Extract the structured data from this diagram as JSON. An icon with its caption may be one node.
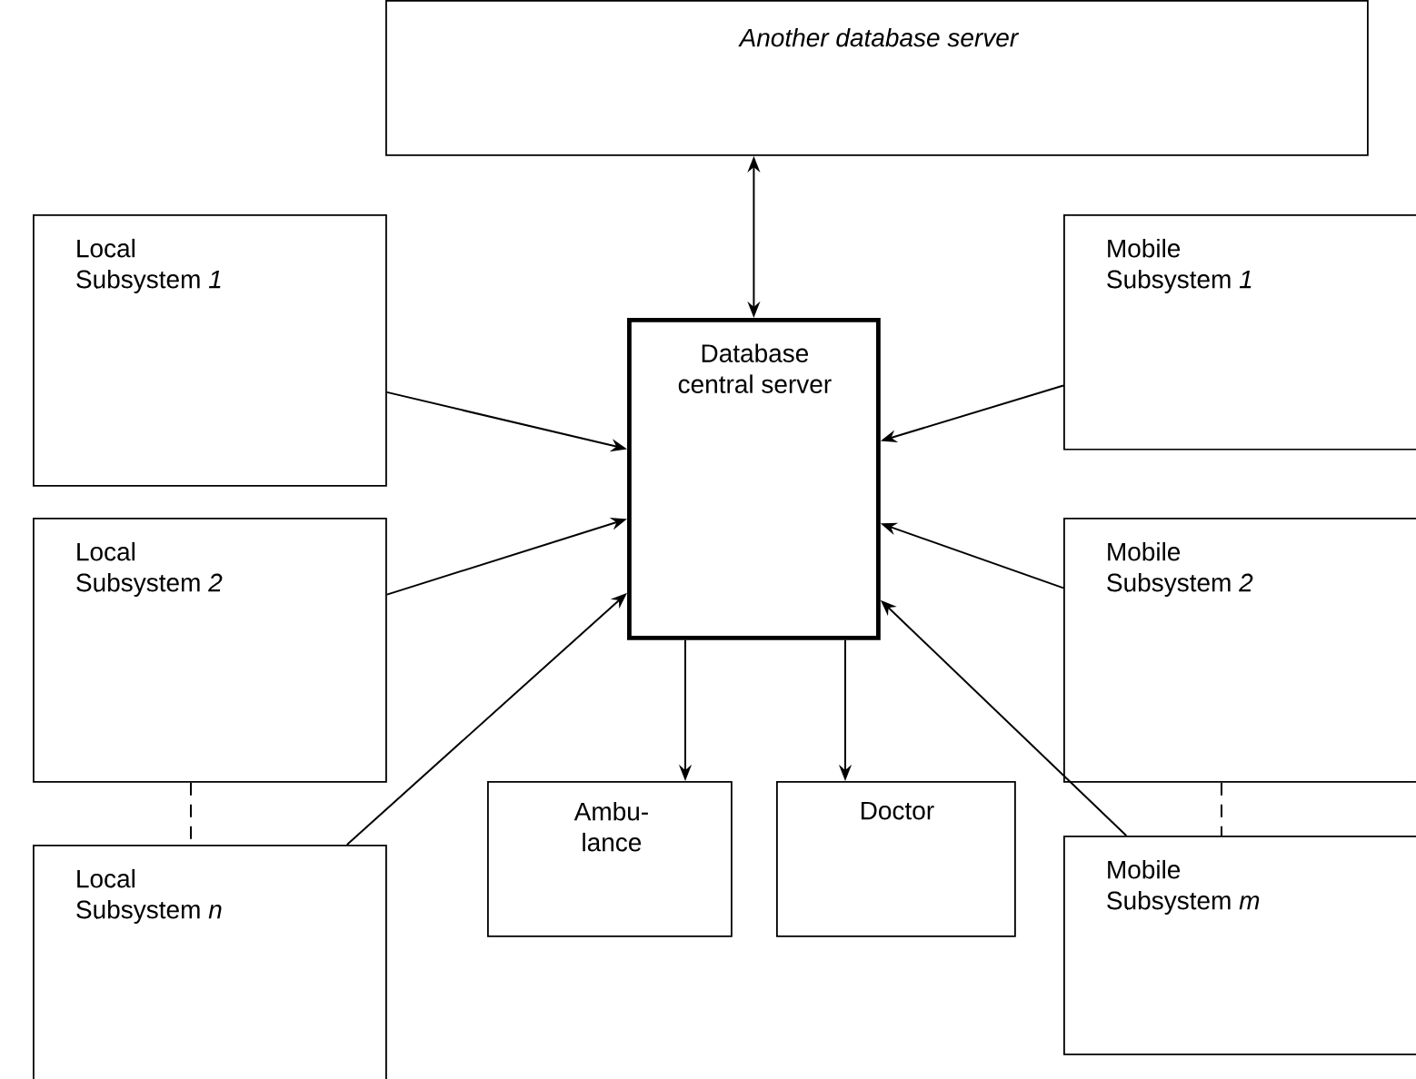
{
  "diagram": {
    "nodes": [
      {
        "text": [
          "Another database server"
        ]
      },
      {
        "text": [
          "Database central server"
        ]
      },
      {
        "text": [
          "Local Subsystem *1*"
        ]
      },
      {
        "text": [
          "Local Subsystem *2*"
        ]
      },
      {
        "text": [
          "Local Subsystem *n*"
        ]
      },
      {
        "text": [
          "Mobile Subsystem *1*"
        ]
      },
      {
        "text": [
          "Mobile Subsystem *2*"
        ]
      },
      {
        "text": [
          "Mobile Subsystem *m*"
        ]
      },
      {
        "text": [
          "Ambu-lance"
        ]
      },
      {
        "text": [
          "Doctor"
        ]
      }
    ],
    "edges": [
      {
        "from": 0,
        "to": 1,
        "arrow": "both"
      },
      {
        "from": 2,
        "to": 1,
        "arrow": "to"
      },
      {
        "from": 3,
        "to": 1,
        "arrow": "to"
      },
      {
        "from": 4,
        "to": 1,
        "arrow": "to"
      },
      {
        "from": 5,
        "to": 1,
        "arrow": "to"
      },
      {
        "from": 6,
        "to": 1,
        "arrow": "to"
      },
      {
        "from": 7,
        "to": 1,
        "arrow": "to"
      },
      {
        "from": 1,
        "to": 8,
        "arrow": "to"
      },
      {
        "from": 1,
        "to": 9,
        "arrow": "to"
      },
      {
        "from": 3,
        "to": 4,
        "arrow": "none",
        "style": "dashed"
      },
      {
        "from": 6,
        "to": 7,
        "arrow": "none",
        "style": "dashed"
      }
    ]
  }
}
